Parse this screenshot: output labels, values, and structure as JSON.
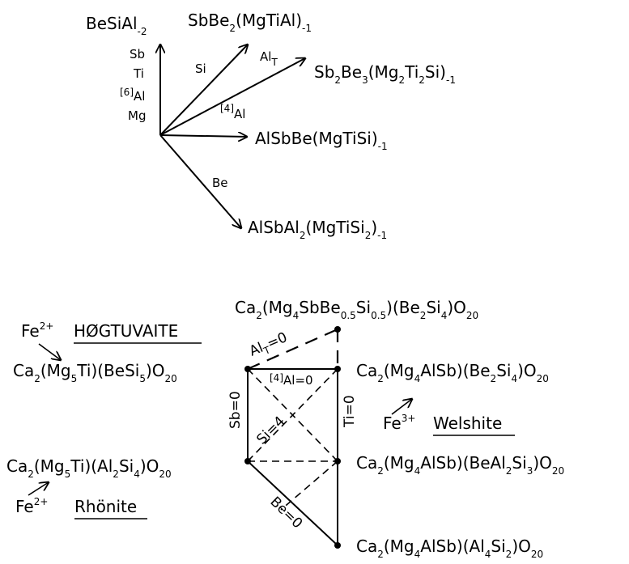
{
  "vectors": {
    "besial": {
      "main": "BeSiAl",
      "sub": "-2"
    },
    "sbbe2": {
      "p1": "SbBe",
      "s1": "2",
      "p2": "(MgTiAl)",
      "s2": "-1"
    },
    "sb2be3": {
      "p1": "Sb",
      "s1": "2",
      "p2": "Be",
      "s2": "3",
      "p3": "(Mg",
      "s3": "2",
      "p4": "Ti",
      "s4": "2",
      "p5": "Si)",
      "s5": "-1"
    },
    "alsbbe": {
      "p1": "AlSbBe(MgTiSi)",
      "s1": "-1"
    },
    "alsbal2": {
      "p1": "AlSbAl",
      "s1": "2",
      "p2": "(MgTiSi",
      "s2": "2",
      "p3": ")",
      "s3": "-1"
    },
    "labels": {
      "sb": "Sb",
      "ti": "Ti",
      "al6_sup": "[6]",
      "al6": "Al",
      "mg": "Mg",
      "si": "Si",
      "alt": "Al",
      "alt_sub": "T",
      "al4_sup": "[4]",
      "al4": "Al",
      "be": "Be"
    }
  },
  "polygon": {
    "top": {
      "p1": "Ca",
      "s1": "2",
      "p2": "(Mg",
      "s2": "4",
      "p3": "SbBe",
      "s3": "0.5",
      "p4": "Si",
      "s4": "0.5",
      "p5": ")(Be",
      "s5": "2",
      "p6": "Si",
      "s6": "4",
      "p7": ")O",
      "s7": "20"
    },
    "hog": {
      "p1": "Ca",
      "s1": "2",
      "p2": "(Mg",
      "s2": "5",
      "p3": "Ti)(BeSi",
      "s3": "5",
      "p4": ")O",
      "s4": "20"
    },
    "wel": {
      "p1": "Ca",
      "s1": "2",
      "p2": "(Mg",
      "s2": "4",
      "p3": "AlSb)(Be",
      "s3": "2",
      "p4": "Si",
      "s4": "4",
      "p5": ")O",
      "s5": "20"
    },
    "mid": {
      "p1": "Ca",
      "s1": "2",
      "p2": "(Mg",
      "s2": "4",
      "p3": "AlSb)(BeAl",
      "s3": "2",
      "p4": "Si",
      "s4": "3",
      "p5": ")O",
      "s5": "20"
    },
    "rho": {
      "p1": "Ca",
      "s1": "2",
      "p2": "(Mg",
      "s2": "5",
      "p3": "Ti)(Al",
      "s3": "2",
      "p4": "Si",
      "s4": "4",
      "p5": ")O",
      "s5": "20"
    },
    "bottom": {
      "p1": "Ca",
      "s1": "2",
      "p2": "(Mg",
      "s2": "4",
      "p3": "AlSb)(Al",
      "s3": "4",
      "p4": "Si",
      "s4": "2",
      "p5": ")O",
      "s5": "20"
    },
    "minerals": {
      "hogtuvaite": "HØGTUVAITE",
      "welshite": "Welshite",
      "rhonite": "Rhönite",
      "fe2": "Fe",
      "fe2_sup": "2+",
      "fe3": "Fe",
      "fe3_sup": "3+",
      "fe2b": "Fe",
      "fe2b_sup": "2+"
    },
    "edges": {
      "alt": "Al",
      "alt_sub": "T",
      "alt_eq": "=0",
      "al4_sup": "[4]",
      "al4": "Al",
      "al4_eq": "=0",
      "sb": "Sb=0",
      "ti": "Ti=0",
      "si": "Si=4",
      "be": "Be=0"
    }
  }
}
